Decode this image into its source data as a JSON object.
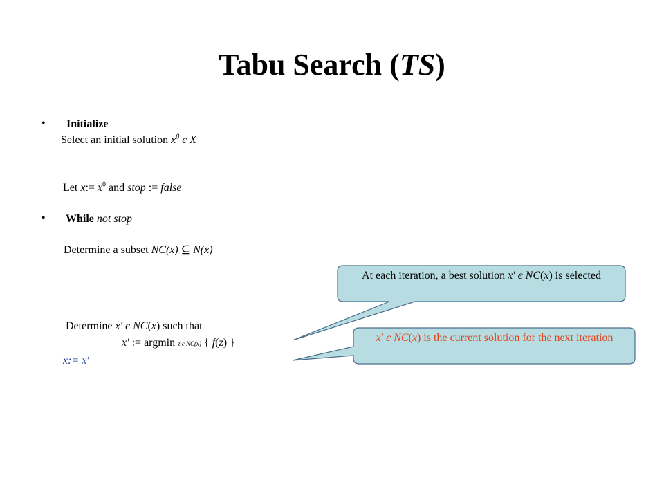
{
  "slide": {
    "title_main": "Tabu Search (",
    "title_italic": "TS",
    "title_close": ")"
  },
  "bullets": [
    {
      "symbol": "•",
      "label": "Initialize"
    },
    {
      "symbol": "•",
      "label": "While",
      "rest": "not stop"
    }
  ],
  "init": {
    "select_text": "Select an initial solution ",
    "select_var": "x",
    "select_sup": "0",
    "select_in": " є X",
    "let_prefix": "Let ",
    "let_var": "x",
    "let_assign": ":= ",
    "let_x0": "x",
    "let_sup": "0",
    "let_and": " and ",
    "let_stop": "stop",
    "let_assign2": " := ",
    "let_false": "false"
  },
  "loop": {
    "det_subset_prefix": "Determine a subset ",
    "det_subset_math": "NC(x) ⊆ N(x)",
    "det_prefix": "Determine ",
    "det_var": "x′ є NC",
    "det_x": "x",
    "det_suffix": " such that",
    "argmin_lhs": "x′",
    "argmin_mid": " := argmin ",
    "argmin_sub": "z є NC(x)",
    "argmin_brace_open": " { ",
    "argmin_f": "f",
    "argmin_z": "z",
    "argmin_brace_close": " }",
    "update": "x:= x′"
  },
  "callouts": {
    "best_prefix": "At each iteration, a best solution ",
    "best_var": "x′ є NC",
    "best_x": "x",
    "best_suffix": " is selected",
    "current_var": "x′ є NC",
    "current_x": "x",
    "current_suffix": " is the current solution for the next iteration",
    "colors": {
      "fill": "#b7dde3",
      "stroke": "#4a6c8a",
      "orange_text": "#e2421a"
    }
  }
}
